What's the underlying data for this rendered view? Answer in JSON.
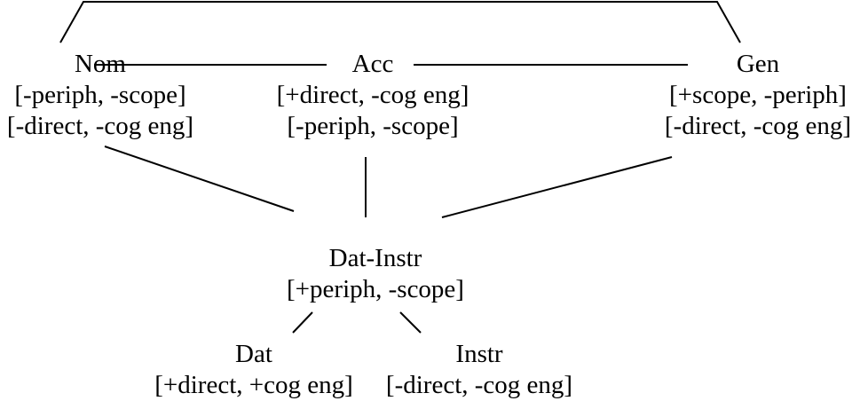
{
  "diagram": {
    "nodes": {
      "nom": {
        "label": "Nom",
        "features_1": "[-periph, -scope]",
        "features_2": "[-direct, -cog eng]"
      },
      "acc": {
        "label": "Acc",
        "features_1": "[+direct, -cog eng]",
        "features_2": "[-periph, -scope]"
      },
      "gen": {
        "label": "Gen",
        "features_1": "[+scope, -periph]",
        "features_2": "[-direct, -cog eng]"
      },
      "dat_instr": {
        "label": "Dat-Instr",
        "features_1": "[+periph, -scope]"
      },
      "dat": {
        "label": "Dat",
        "features_1": "[+direct, +cog eng]"
      },
      "instr": {
        "label": "Instr",
        "features_1": "[-direct, -cog eng]"
      }
    }
  }
}
